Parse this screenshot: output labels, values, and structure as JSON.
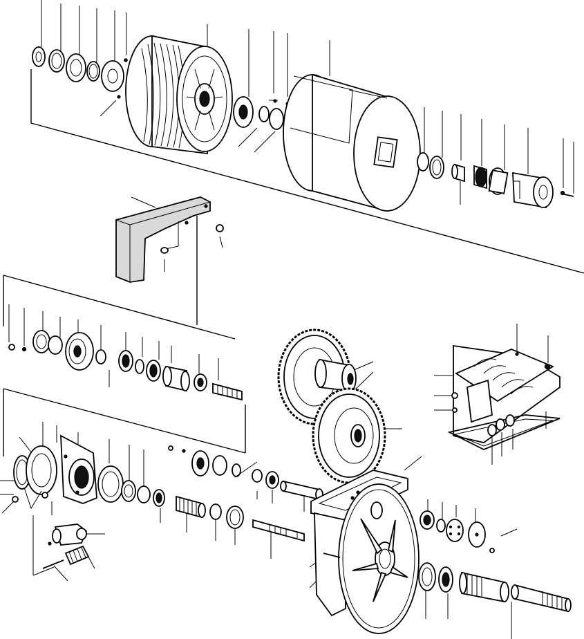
{
  "figure": {
    "type": "exploded-parts-diagram",
    "background": "#ffffff",
    "line_color": "#000000",
    "text_labels": []
  },
  "assemblies": [
    {
      "name": "cable-drum-assembly",
      "kind": "drum"
    },
    {
      "name": "brake-housing-assembly",
      "kind": "housing"
    },
    {
      "name": "fairlead-bracket",
      "kind": "bracket"
    },
    {
      "name": "input-shaft-assembly",
      "kind": "shaft"
    },
    {
      "name": "intermediate-shaft-assembly",
      "kind": "shaft"
    },
    {
      "name": "gear-pair",
      "kind": "gears"
    },
    {
      "name": "gear-case-cover",
      "kind": "cover"
    },
    {
      "name": "gear-case-housing",
      "kind": "housing"
    },
    {
      "name": "output-shaft-assembly",
      "kind": "shaft"
    }
  ]
}
